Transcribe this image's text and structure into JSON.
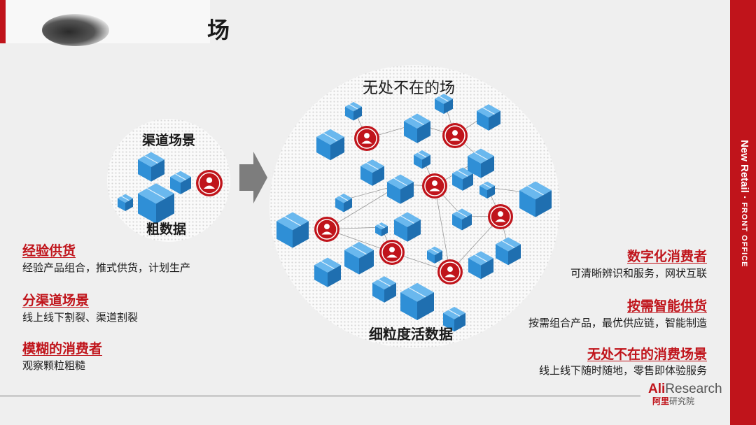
{
  "slide": {
    "title": "场",
    "side_band": {
      "primary": "New Retail",
      "separator": "·",
      "secondary": "FRONT OFFICE"
    }
  },
  "left_circle": {
    "top_label": "渠道场景",
    "bottom_label": "粗数据"
  },
  "right_circle": {
    "top_label": "无处不在的场",
    "bottom_label": "细粒度活数据"
  },
  "left_points": [
    {
      "title": "经验供货",
      "desc": "经验产品组合，推式供货，计划生产"
    },
    {
      "title": "分渠道场景",
      "desc": "线上线下割裂、渠道割裂"
    },
    {
      "title": "模糊的消费者",
      "desc": "观察颗粒粗糙"
    }
  ],
  "right_points": [
    {
      "title": "数字化消费者",
      "desc": "可清晰辨识和服务，网状互联"
    },
    {
      "title": "按需智能供货",
      "desc": "按需组合产品，最优供应链，智能制造"
    },
    {
      "title": "无处不在的消费场景",
      "desc": "线上线下随时随地，零售即体验服务"
    }
  ],
  "logo": {
    "brand": "AliResearch",
    "brand_red": "Ali",
    "brand_rest": "Research",
    "sub_red": "阿里",
    "sub_rest": "研究院"
  },
  "colors": {
    "accent": "#c0141b",
    "cube": "#2f8fd6",
    "cube_dark": "#1f6fb0",
    "cube_light": "#6ab8ee",
    "background": "#efefef"
  },
  "icons": [
    "cube-icon",
    "user-avatar-icon",
    "arrow-right-icon"
  ]
}
